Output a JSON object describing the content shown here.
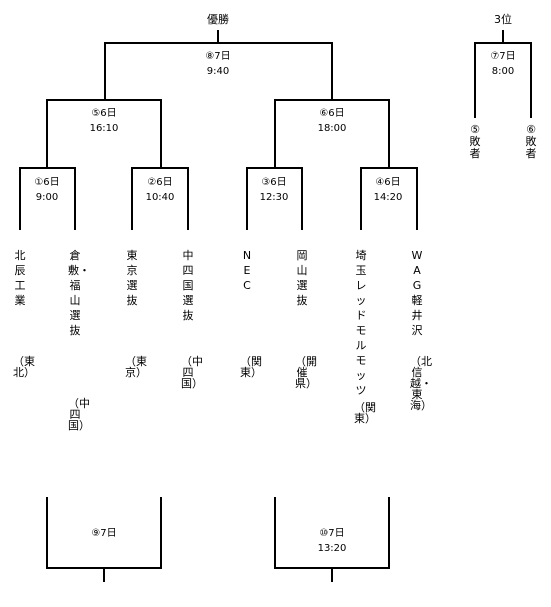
{
  "titles": {
    "champion": "優勝",
    "third_place": "3位"
  },
  "matches": {
    "m1": {
      "label": "①6日",
      "time": "9:00"
    },
    "m2": {
      "label": "②6日",
      "time": "10:40"
    },
    "m3": {
      "label": "③6日",
      "time": "12:30"
    },
    "m4": {
      "label": "④6日",
      "time": "14:20"
    },
    "m5": {
      "label": "⑤6日",
      "time": "16:10"
    },
    "m6": {
      "label": "⑥6日",
      "time": "18:00"
    },
    "m7": {
      "label": "⑦7日",
      "time": "8:00"
    },
    "m8": {
      "label": "⑧7日",
      "time": "9:40"
    },
    "m9": {
      "label": "⑨7日"
    },
    "m10": {
      "label": "⑩7日",
      "time": "13:20"
    }
  },
  "losers": {
    "left": "⑤敗者",
    "right": "⑥敗者"
  },
  "teams": [
    {
      "name": "北辰工業",
      "region": "（東北）"
    },
    {
      "name": "倉敷・福山選抜",
      "region": "（中四国）"
    },
    {
      "name": "東京選抜",
      "region": "（東京）"
    },
    {
      "name": "中四国選抜",
      "region": "（中四国）"
    },
    {
      "name": "NEC",
      "region": "（関東）"
    },
    {
      "name": "岡山選抜",
      "region": "（開催県）"
    },
    {
      "name": "埼玉レッドモルモッツ",
      "region": "（関東）"
    },
    {
      "name": "WAG軽井沢",
      "region": "（北信越・東海）"
    }
  ]
}
